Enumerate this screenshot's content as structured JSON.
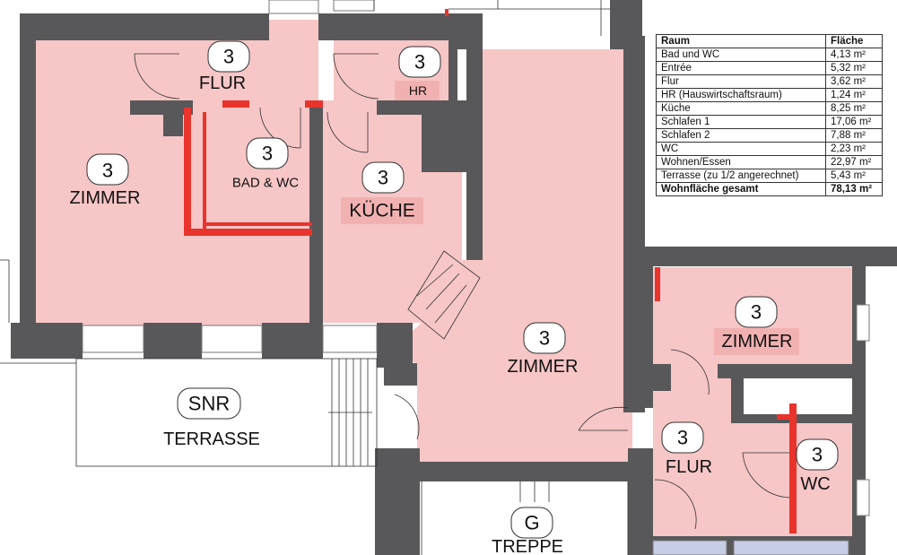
{
  "rooms": [
    {
      "id": "zimmer-left",
      "label": "ZIMMER",
      "badge": "3"
    },
    {
      "id": "flur-top",
      "label": "FLUR",
      "badge": "3"
    },
    {
      "id": "hr",
      "label": "HR",
      "badge": "3"
    },
    {
      "id": "bad-wc",
      "label": "BAD & WC",
      "badge": "3"
    },
    {
      "id": "kueche",
      "label": "KÜCHE",
      "badge": "3"
    },
    {
      "id": "zimmer-center",
      "label": "ZIMMER",
      "badge": "3"
    },
    {
      "id": "zimmer-right",
      "label": "ZIMMER",
      "badge": "3"
    },
    {
      "id": "flur-bottom",
      "label": "FLUR",
      "badge": "3"
    },
    {
      "id": "wc",
      "label": "WC",
      "badge": "3"
    },
    {
      "id": "terrasse",
      "label": "TERRASSE",
      "badge": "SNR"
    },
    {
      "id": "treppe",
      "label": "TREPPE",
      "badge": "G"
    }
  ],
  "area_table": {
    "header": {
      "room": "Raum",
      "area": "Fläche"
    },
    "rows": [
      {
        "room": "Bad und WC",
        "area": "4,13 m²"
      },
      {
        "room": "Entrée",
        "area": "5,32 m²"
      },
      {
        "room": "Flur",
        "area": "3,62 m²"
      },
      {
        "room": "HR (Hauswirtschaftsraum)",
        "area": "1,24 m²"
      },
      {
        "room": "Küche",
        "area": "8,25 m²"
      },
      {
        "room": "Schlafen 1",
        "area": "17,06 m²"
      },
      {
        "room": "Schlafen 2",
        "area": "7,88 m²"
      },
      {
        "room": "WC",
        "area": "2,23 m²"
      },
      {
        "room": "Wohnen/Essen",
        "area": "22,97 m²"
      },
      {
        "room": "Terrasse (zu 1/2 angerechnet)",
        "area": "5,43 m²"
      }
    ],
    "total": {
      "room": "Wohnfläche gesamt",
      "area": "78,13 m²"
    }
  },
  "colors": {
    "room_fill": "#f7c6c6",
    "wall": "#58585a",
    "new_wall": "#e8342c",
    "line": "#333333"
  }
}
